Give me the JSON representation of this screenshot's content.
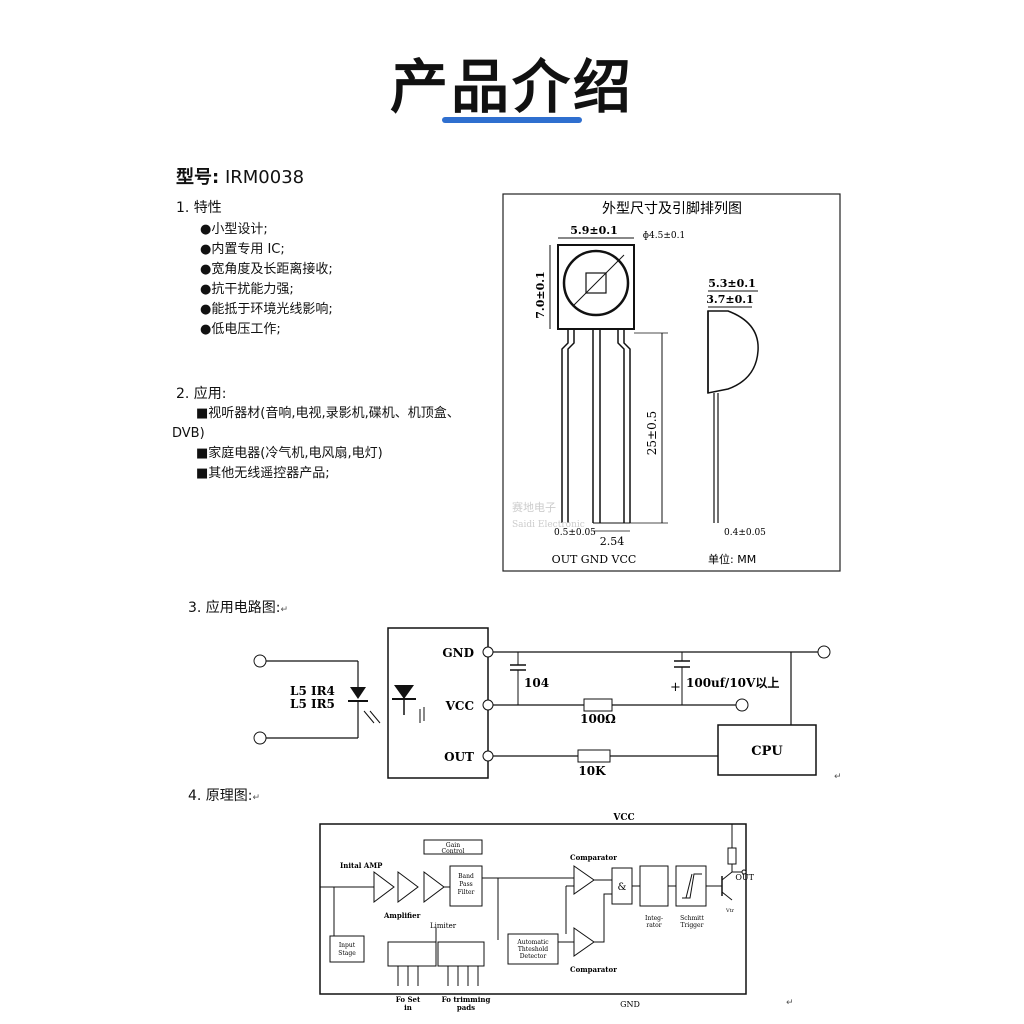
{
  "page": {
    "title": "产品介绍"
  },
  "model": {
    "label": "型号:",
    "value": "IRM0038"
  },
  "features": {
    "heading": "1.  特性",
    "bullet": "●",
    "items": [
      "小型设计;",
      "内置专用 IC;",
      "宽角度及长距离接收;",
      "抗干扰能力强;",
      "能抵于环境光线影响;",
      "低电压工作;"
    ]
  },
  "applications": {
    "heading": "2.  应用:",
    "bullet": "■",
    "item1": "视听器材(音响,电视,录影机,碟机、机顶盒、",
    "item1_cont": "DVB)",
    "item2": "家庭电器(冷气机,电风扇,电灯)",
    "item3": "其他无线遥控器产品;"
  },
  "dimensions": {
    "title": "外型尺寸及引脚排列图",
    "width": "5.9±0.1",
    "lens": "ɸ4.5±0.1",
    "height": "7.0±0.1",
    "side1": "5.3±0.1",
    "side2": "3.7±0.1",
    "lead_length": "25±0.5",
    "pin_width": "0.5±0.05",
    "pin_pitch": "2.54",
    "pins": "OUT  GND  VCC",
    "unit": "单位: MM",
    "lead_thickness": "0.4±0.05",
    "watermark1": "赛地电子",
    "watermark2": "Saidi Electronic"
  },
  "circuit": {
    "heading": "3.  应用电路图:",
    "mark": "↵",
    "gnd": "GND",
    "vcc": "VCC",
    "out": "OUT",
    "led1": "L5  IR4",
    "led2": "L5  IR5",
    "cap1": "104",
    "cap2": "100uf/10V以上",
    "plus": "+",
    "r1": "100Ω",
    "r2": "10K",
    "cpu": "CPU"
  },
  "principle": {
    "heading": "4.  原理图:",
    "mark": "↵",
    "vcc": "VCC",
    "gnd": "GND",
    "out": "OUT",
    "initial_amp": "Inital AMP",
    "amplifier": "Amplifier",
    "limiter": "Limiter",
    "gain1": "Gain",
    "gain2": "Control",
    "bpf1": "Band",
    "bpf2": "Pass",
    "bpf3": "Filter",
    "comparator": "Comparator",
    "and": "&",
    "integrator1": "Integ-",
    "integrator2": "rator",
    "schmitt1": "Schmitt",
    "schmitt2": "Trigger",
    "input1": "Input",
    "input2": "Stage",
    "atd1": "Automatic",
    "atd2": "Thteshold",
    "atd3": "Detector",
    "foset1": "Fo Set",
    "foset2": "in",
    "fotrim1": "Fo trimming",
    "fotrim2": "pads",
    "vtr": "Vtr"
  }
}
